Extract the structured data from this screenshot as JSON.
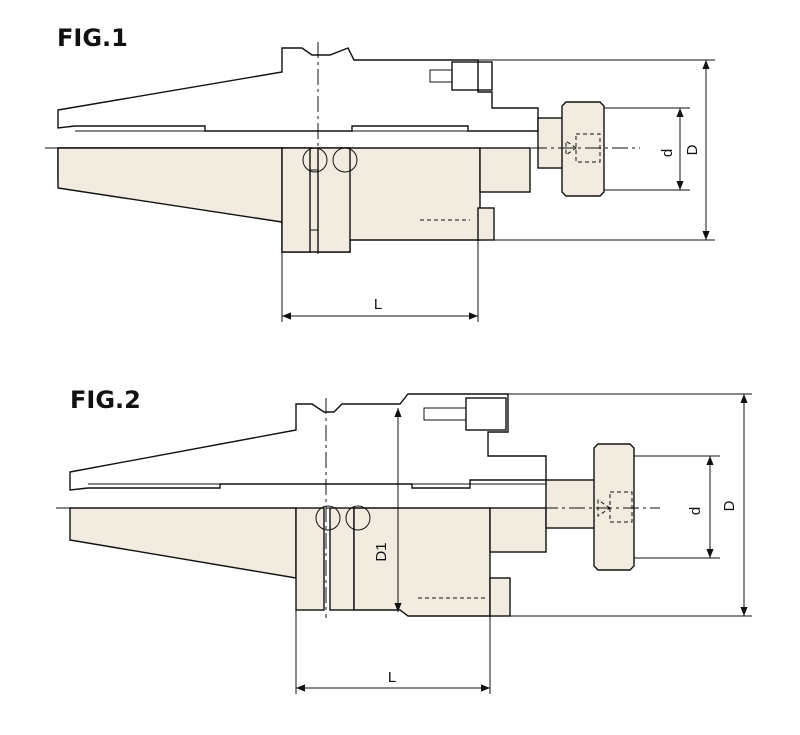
{
  "colors": {
    "body_fill": "#f1ecdf",
    "line": "#111111",
    "background": "#ffffff"
  },
  "figures": [
    {
      "title": "FIG.1",
      "dimensions": {
        "length": "L",
        "bore": "d",
        "outer": "D"
      }
    },
    {
      "title": "FIG.2",
      "dimensions": {
        "length": "L",
        "bore": "d",
        "outer": "D",
        "body": "D1"
      }
    }
  ]
}
